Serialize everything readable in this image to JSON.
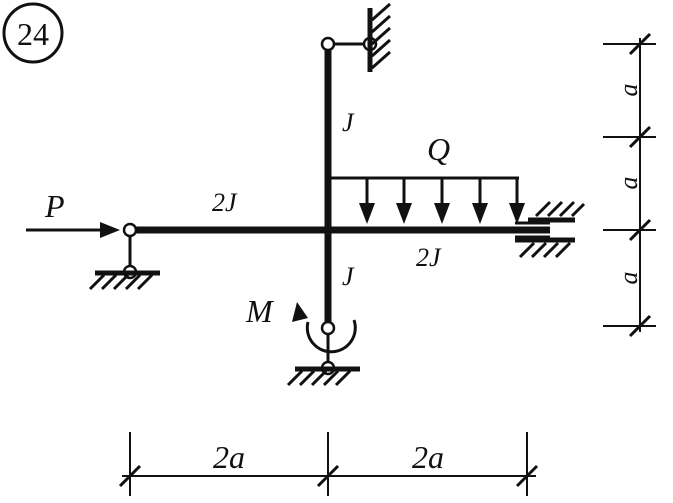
{
  "problem_number": "24",
  "loads": {
    "force": "P",
    "distributed": "Q",
    "moment": "M"
  },
  "stiffness": {
    "top_vertical": "J",
    "left_horizontal": "2J",
    "right_horizontal": "2J",
    "bottom_vertical": "J"
  },
  "dimensions": {
    "vertical": [
      "a",
      "a",
      "a"
    ],
    "horizontal": [
      "2a",
      "2a"
    ]
  },
  "colors": {
    "ink": "#111111",
    "background": "#ffffff"
  }
}
